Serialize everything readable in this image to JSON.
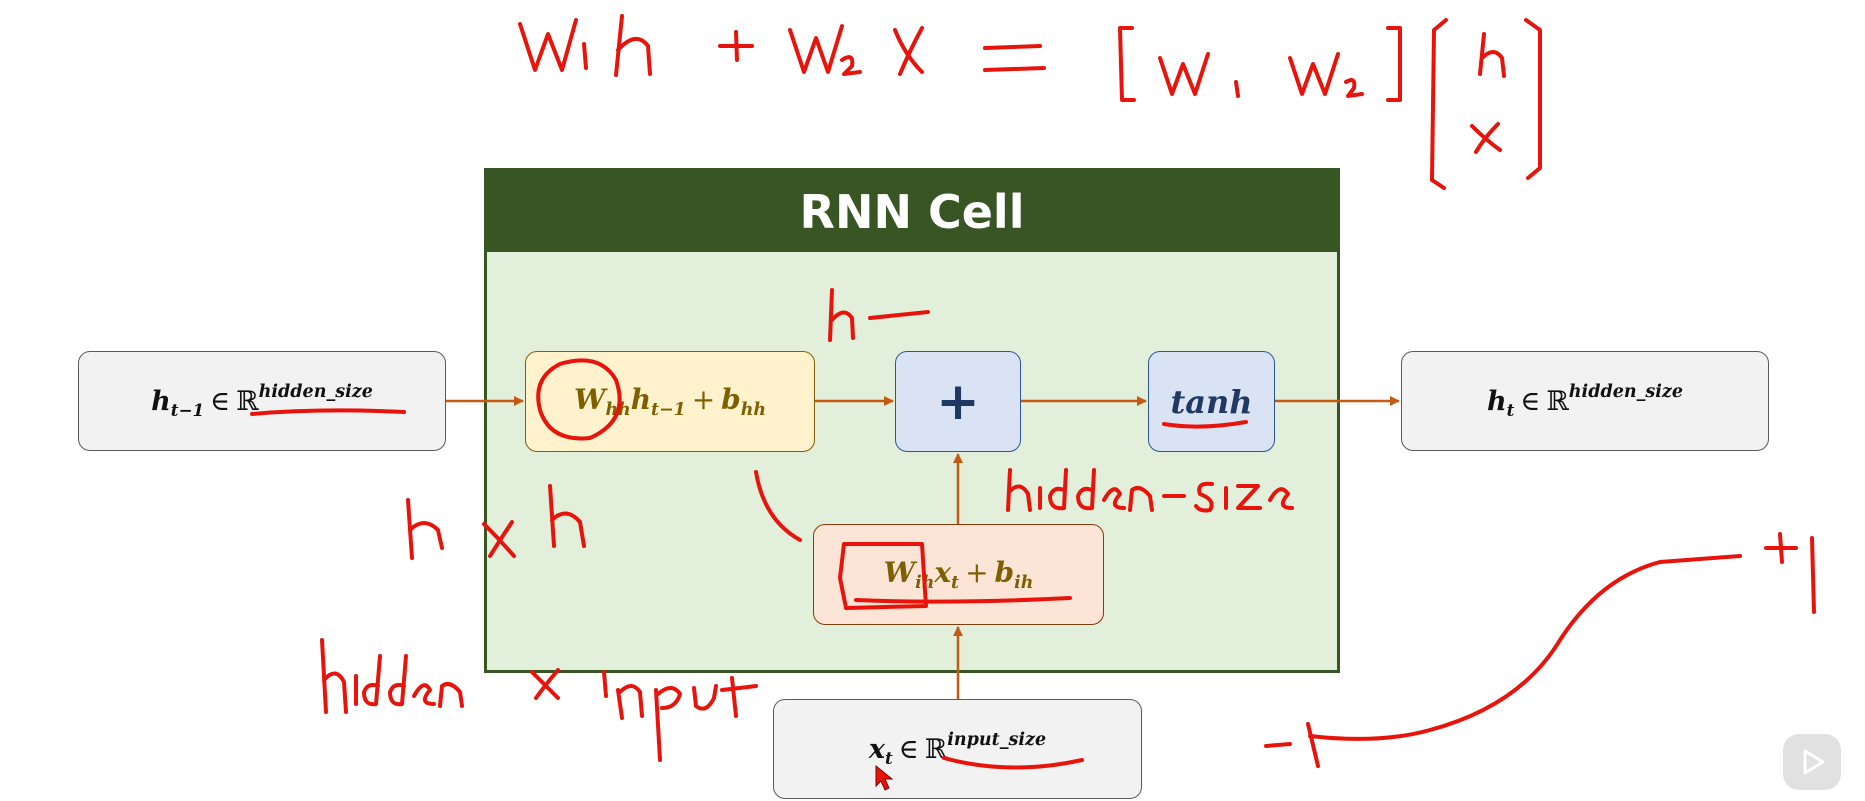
{
  "cell": {
    "title": "RNN Cell"
  },
  "inputs": {
    "h_prev": {
      "var": "h",
      "sub": "t−1",
      "rel": "∈",
      "set": "ℝ",
      "sup": "hidden_size"
    },
    "x_t": {
      "var": "x",
      "sub": "t",
      "rel": "∈",
      "set": "ℝ",
      "sup": "input_size"
    }
  },
  "ops": {
    "hh": {
      "w": "W",
      "w_sub": "hh",
      "v": "h",
      "v_sub": "t−1",
      "plus": "+",
      "b": "b",
      "b_sub": "hh"
    },
    "ih": {
      "w": "W",
      "w_sub": "ih",
      "v": "x",
      "v_sub": "t",
      "plus": "+",
      "b": "b",
      "b_sub": "ih"
    },
    "add": {
      "symbol": "+"
    },
    "act": {
      "label": "tanh"
    }
  },
  "output": {
    "var": "h",
    "sub": "t",
    "rel": "∈",
    "set": "ℝ",
    "sup": "hidden_size"
  },
  "colors": {
    "cell_header": "#375623",
    "cell_body": "#e2efda",
    "arrow": "#c55a11",
    "annotation": "#e8140c"
  },
  "icons": {
    "player": "play-icon"
  }
}
